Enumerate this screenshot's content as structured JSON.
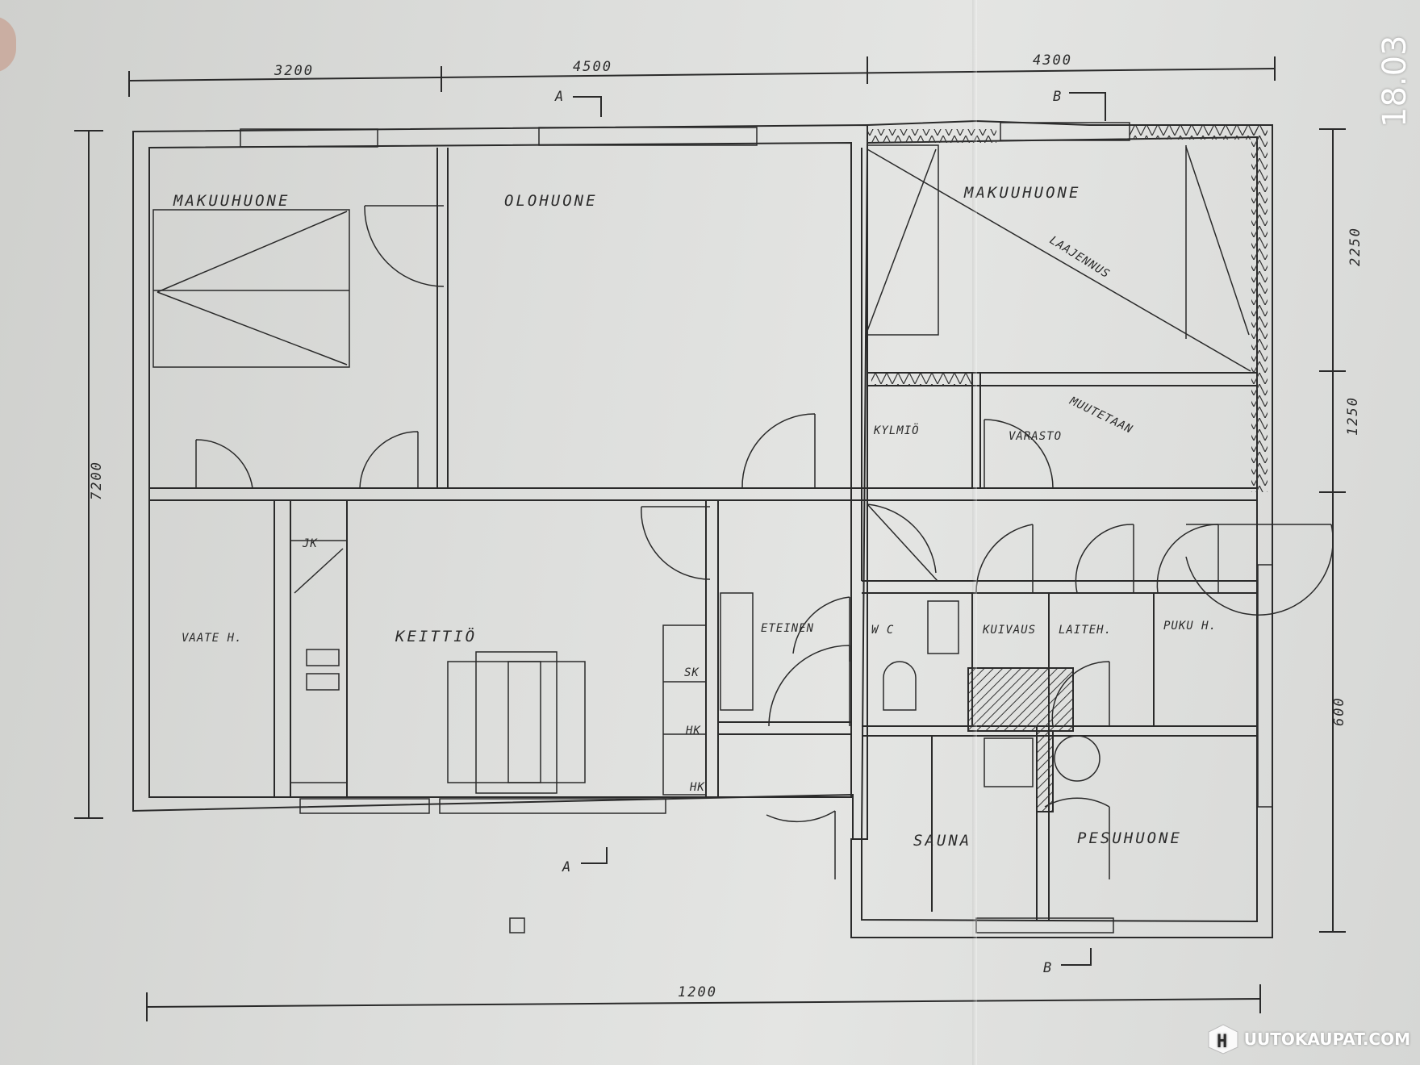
{
  "rooms": {
    "makuuhuone_left": "MAKUUHUONE",
    "olohuone": "OLOHUONE",
    "makuuhuone_right": "MAKUUHUONE",
    "laajennus": "LAAJENNUS",
    "kylmio": "KYLMIÖ",
    "varasto": "VARASTO",
    "muutetaan": "MUUTETAAN",
    "vaateh": "VAATE H.",
    "keittio": "KEITTIÖ",
    "eteinen": "ETEINEN",
    "wc": "W C",
    "kuivaus": "KUIVAUS",
    "laiteh": "LAITEH.",
    "pukuh": "PUKU H.",
    "sauna": "SAUNA",
    "pesuhuone": "PESUHUONE",
    "jk": "JK",
    "sk": "SK",
    "hk1": "HK",
    "hk2": "HK"
  },
  "dimensions": {
    "top_1": "3200",
    "top_2": "4500",
    "top_3": "4300",
    "left": "7200",
    "right_1": "2250",
    "right_2": "1250",
    "right_3": "600",
    "bottom": "1200"
  },
  "sections": {
    "a_top": "A",
    "b_top": "B",
    "a_bottom": "A",
    "b_bottom": "B"
  },
  "stamp_time": "18.03",
  "logo_letter": "H",
  "logo_text": "UUTOKAUPAT.COM"
}
